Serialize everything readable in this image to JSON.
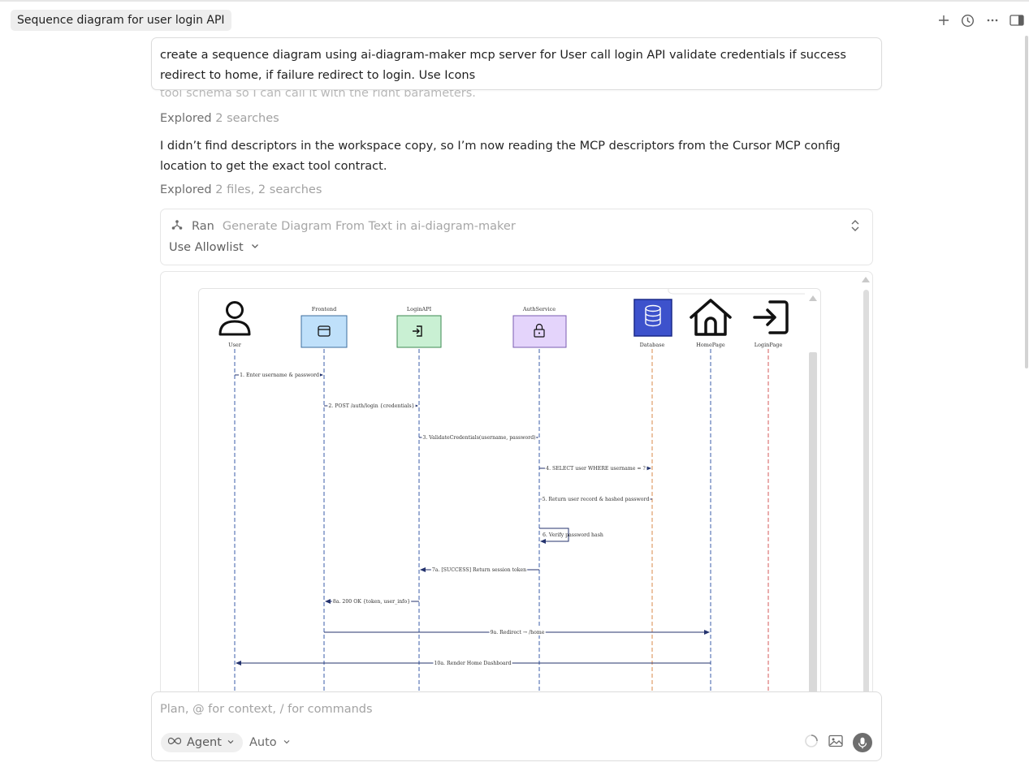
{
  "header": {
    "title": "Sequence diagram for user login API",
    "icons": [
      "plus-icon",
      "history-icon",
      "more-icon",
      "sidebar-toggle-icon"
    ]
  },
  "prompt": {
    "text": "create a sequence diagram using ai-diagram-maker mcp server for User call login API validate credentials if success redirect to home, if failure redirect to login. Use Icons"
  },
  "faded_text": "tool schema so I can call it with the right parameters.",
  "explored1": {
    "label": "Explored",
    "detail": "2 searches"
  },
  "paragraph": "I didn’t find descriptors in the workspace copy, so I’m now reading the MCP descriptors from the Cursor MCP config location to get the exact tool contract.",
  "explored2": {
    "label": "Explored",
    "detail": "2 files, 2 searches"
  },
  "tool_run": {
    "status": "Ran",
    "description": "Generate Diagram From Text in ai-diagram-maker",
    "allowlist_label": "Use Allowlist"
  },
  "diagram": {
    "participants": [
      {
        "label": "User",
        "icon": "user-icon"
      },
      {
        "label": "Frontend",
        "icon": "browser-window-icon"
      },
      {
        "label": "LoginAPI",
        "icon": "login-arrow-icon"
      },
      {
        "label": "AuthService",
        "icon": "lock-icon"
      },
      {
        "label": "Database",
        "icon": "database-icon"
      },
      {
        "label": "HomePage",
        "icon": "home-icon"
      },
      {
        "label": "LoginPage",
        "icon": "login-icon"
      }
    ],
    "messages": [
      {
        "from": 0,
        "to": 1,
        "label": "1. Enter username & password"
      },
      {
        "from": 1,
        "to": 2,
        "label": "2. POST /auth/login {credentials}"
      },
      {
        "from": 2,
        "to": 3,
        "label": "3. ValidateCredentials(username, password)"
      },
      {
        "from": 3,
        "to": 4,
        "label": "4. SELECT user WHERE username = ?"
      },
      {
        "from": 4,
        "to": 3,
        "label": "5. Return user record & hashed password"
      },
      {
        "from": 3,
        "to": 3,
        "label": "6. Verify password hash"
      },
      {
        "from": 3,
        "to": 2,
        "label": "7a. [SUCCESS] Return session token"
      },
      {
        "from": 2,
        "to": 1,
        "label": "8a. 200 OK {token, user_info}"
      },
      {
        "from": 1,
        "to": 5,
        "label": "9a. Redirect → /home"
      },
      {
        "from": 5,
        "to": 0,
        "label": "10a. Render Home Dashboard"
      }
    ],
    "colors": {
      "frontend_fill": "#bfe0fa",
      "loginapi_fill": "#c9f0d3",
      "authservice_fill": "#e4d4fb",
      "database_fill": "#3d52cc",
      "lifeline_blue": "#3b5ea8",
      "lifeline_orange": "#d9884a",
      "lifeline_red": "#d65a5a",
      "arrow": "#24336e"
    }
  },
  "composer": {
    "placeholder": "Plan, @ for context, / for commands",
    "agent_label": "Agent",
    "model_label": "Auto"
  }
}
